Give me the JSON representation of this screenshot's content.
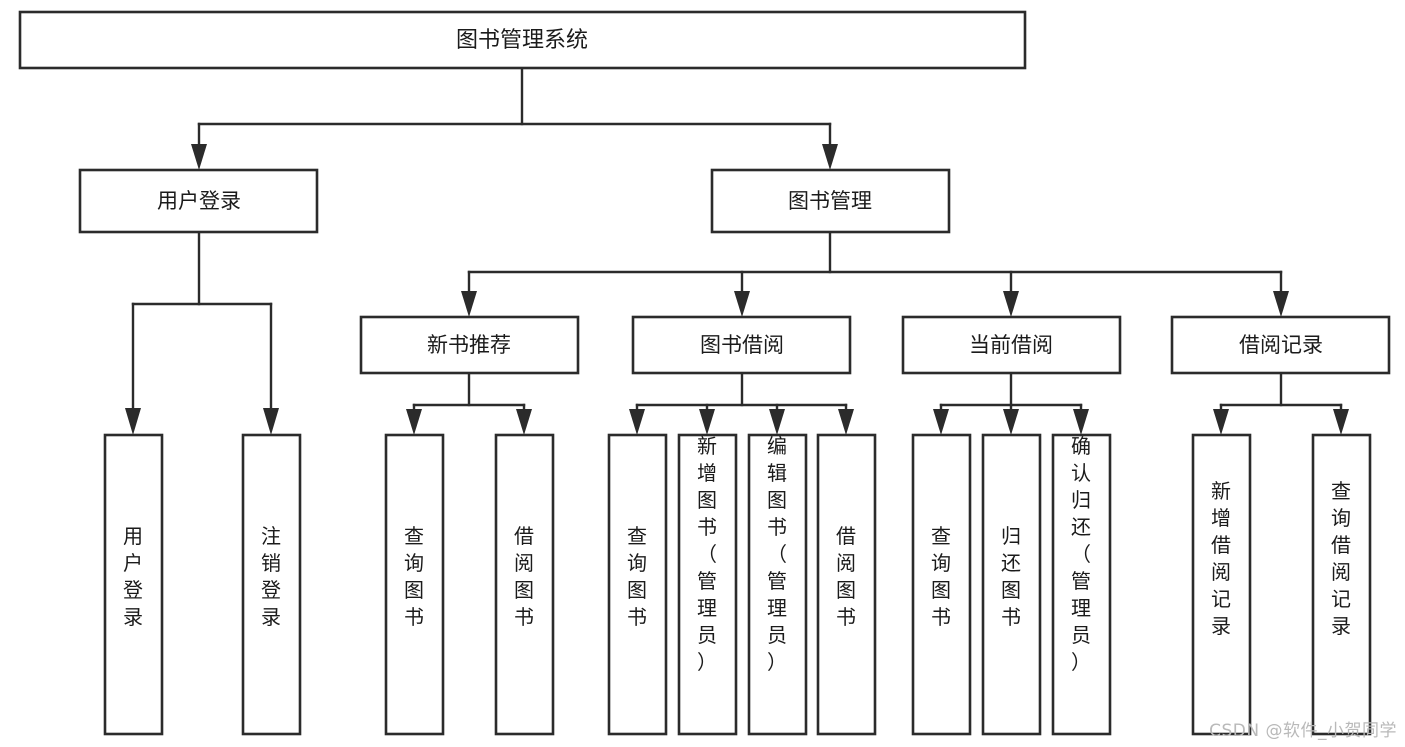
{
  "diagram": {
    "type": "tree",
    "title": "图书管理系统",
    "orientation": "top-down",
    "watermark": "CSDN @软件_小贺同学",
    "colors": {
      "box_stroke": "#2b2b2b",
      "box_fill": "#ffffff",
      "connector": "#2b2b2b",
      "text": "#1b1b1b",
      "watermark": "#b9b9b9",
      "background": "#ffffff"
    },
    "nodes": {
      "root": {
        "label": "图书管理系统"
      },
      "level2": [
        {
          "label": "用户登录"
        },
        {
          "label": "图书管理"
        }
      ],
      "level3": [
        {
          "label": "新书推荐"
        },
        {
          "label": "图书借阅"
        },
        {
          "label": "当前借阅"
        },
        {
          "label": "借阅记录"
        }
      ],
      "leaves": {
        "user_login": [
          {
            "label": "用户登录"
          },
          {
            "label": "注销登录"
          }
        ],
        "new_book": [
          {
            "label": "查询图书"
          },
          {
            "label": "借阅图书"
          }
        ],
        "book_borrow": [
          {
            "label": "查询图书"
          },
          {
            "label": "新增图书（管理员）"
          },
          {
            "label": "编辑图书（管理员）"
          },
          {
            "label": "借阅图书"
          }
        ],
        "current_borrow": [
          {
            "label": "查询图书"
          },
          {
            "label": "归还图书"
          },
          {
            "label": "确认归还（管理员）"
          }
        ],
        "borrow_record": [
          {
            "label": "新增借阅记录"
          },
          {
            "label": "查询借阅记录"
          }
        ]
      }
    }
  }
}
